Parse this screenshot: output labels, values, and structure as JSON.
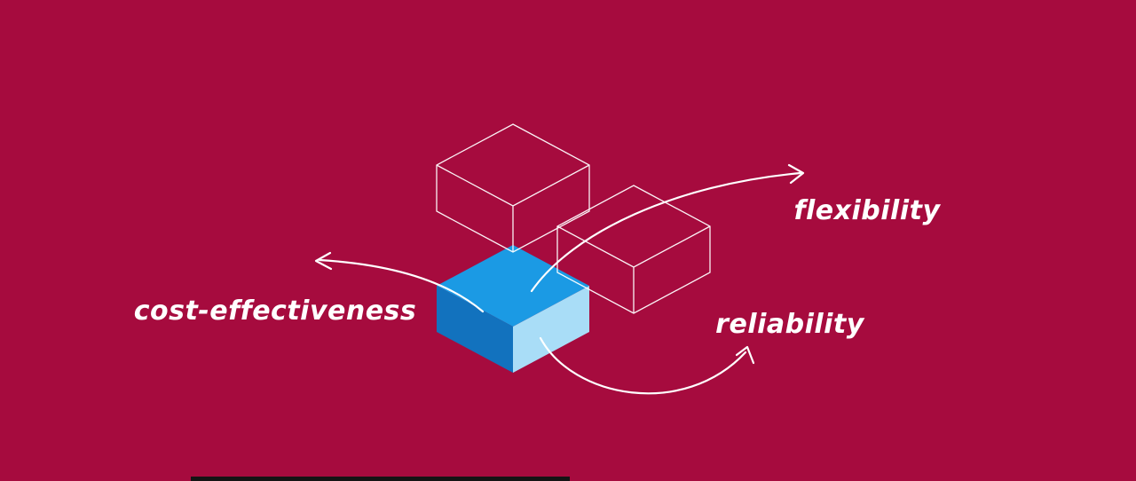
{
  "background": {
    "color": "#A60B3E"
  },
  "diagram": {
    "labels": {
      "cost_effectiveness": "cost-effectiveness",
      "flexibility": "flexibility",
      "reliability": "reliability"
    },
    "colors": {
      "outline": "#FFFFFF",
      "face_top": "#1B9AE4",
      "face_left": "#1272BE",
      "face_right": "#A9DDF7",
      "arrow": "#FFFFFF",
      "label_text": "#FFFFFF"
    }
  },
  "footer": {
    "bar_color": "#141414"
  }
}
